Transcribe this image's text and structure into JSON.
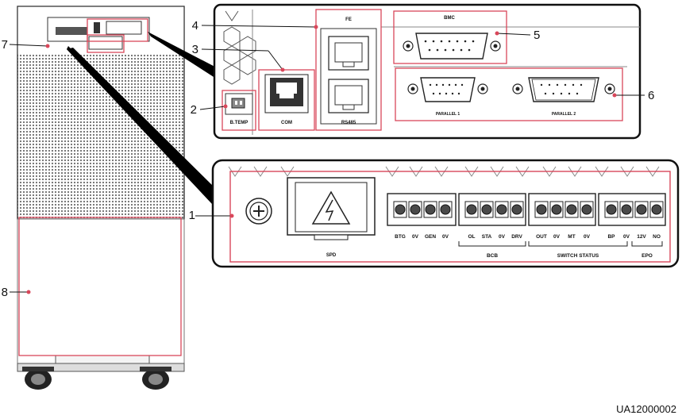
{
  "callouts": {
    "c1": "1",
    "c2": "2",
    "c3": "3",
    "c4": "4",
    "c5": "5",
    "c6": "6",
    "c7": "7",
    "c8": "8"
  },
  "top_panel": {
    "fe_label": "FE",
    "bmc_label": "BMC",
    "btemp_label": "B.TEMP",
    "com_label": "COM",
    "rs485_label": "RS485",
    "parallel_1_label": "PARALLEL 1",
    "parallel_2_label": "PARALLEL 2"
  },
  "bottom_panel": {
    "spd_label": "SPD",
    "terminals": [
      "BTG",
      "0V",
      "GEN",
      "0V",
      "OL",
      "STA",
      "0V",
      "DRV",
      "OUT",
      "0V",
      "MT",
      "0V",
      "BP",
      "0V",
      "12V",
      "NO"
    ],
    "group_bcb": "BCB",
    "group_switch_status": "SWITCH STATUS",
    "group_epo": "EPO"
  },
  "figure_code": "UA12000002"
}
